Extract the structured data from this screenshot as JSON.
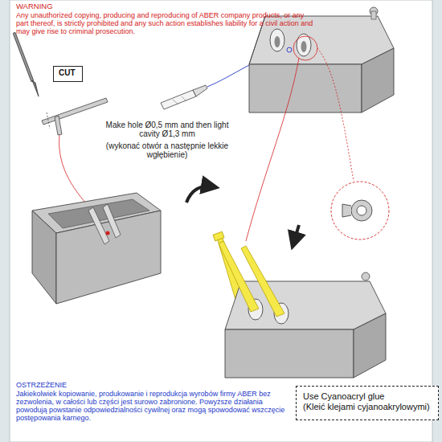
{
  "diagram": {
    "nodes": [
      {
        "text": [
          "CUT"
        ]
      },
      {
        "text": [
          "Use Cyanoacryl glue",
          "(Kleić klejami cyjanoakrylowymi)"
        ]
      }
    ],
    "labels": [
      "WARNING",
      "Any unauthorized copying, producing and reproducing of ABER company products, or any part thereof, is strictly prohibited and any such action establishes liability for a civil action and may give rise to criminal prosecution.",
      "Make hole Ø0,5 mm and then light cavity Ø1,3 mm",
      "(wykonać otwór a następnie lekkie wgłębienie)",
      "OSTRZEŻENIE",
      "Jakiekolwiek kopiowanie, produkowanie i reprodukcja wyrobów firmy ABER bez zezwolenia, w całości lub części jest surowo zabronione. Powyższe działania powodują powstanie odpowiedzialności cywilnej oraz mogą spowodować wszczęcie postępowania karnego."
    ]
  }
}
